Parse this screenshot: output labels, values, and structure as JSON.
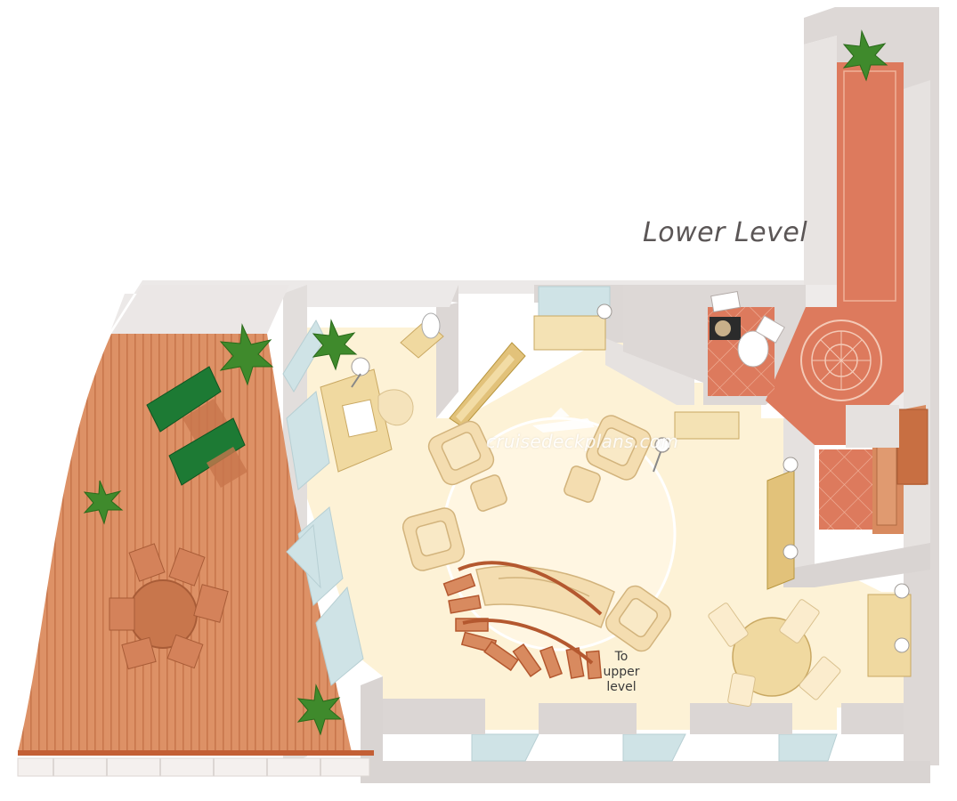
{
  "plan": {
    "title": "Lower Level",
    "stairs_label_lines": [
      "To",
      "upper",
      "level"
    ],
    "watermark": "cruisedeckplans.com"
  },
  "colors": {
    "wall": "#d9d4d2",
    "wall_top": "#ece9e8",
    "floor": "#fdf2d6",
    "deck": "#dd9166",
    "deck_stripe": "#c8764c",
    "carpet": "#dd7a5d",
    "glass": "#cfe3e6",
    "furniture": "#f3dfb3",
    "wood": "#d99a5e",
    "lounger": "#1d7a34",
    "plant": "#3f8a2c"
  },
  "icons": [
    "potted-plant-icon",
    "lounge-chair-icon",
    "table-lamp-icon",
    "toilet-icon",
    "staircase-icon"
  ]
}
